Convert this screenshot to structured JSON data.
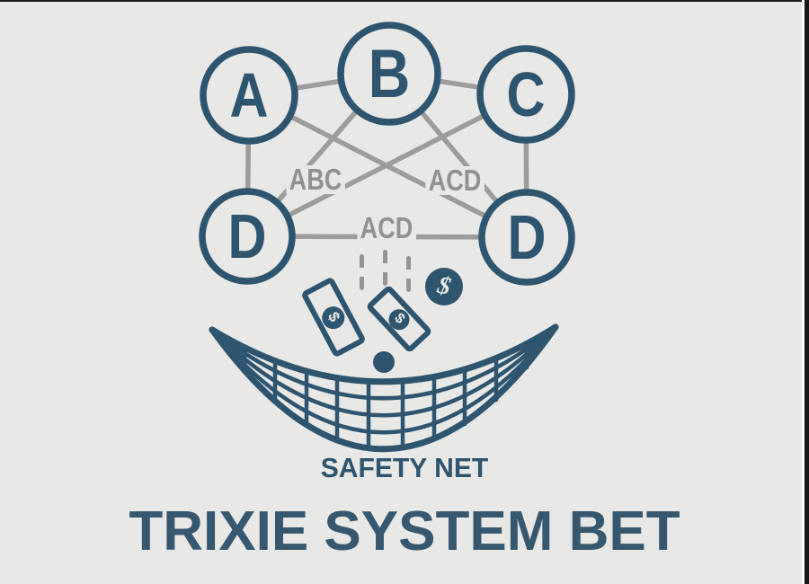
{
  "title": "TRIXIE SYSTEM BET",
  "subtitle": "SAFETY NET",
  "colors": {
    "background": "#e8e8e6",
    "accent_blue": "#2d5570",
    "title_blue": "#35576f",
    "line_gray": "#9c9c9c",
    "label_gray": "#8f9193"
  },
  "diagram": {
    "nodes": [
      {
        "id": "A",
        "label": "A"
      },
      {
        "id": "B",
        "label": "B"
      },
      {
        "id": "C",
        "label": "C"
      },
      {
        "id": "D1",
        "label": "D"
      },
      {
        "id": "D2",
        "label": "D"
      }
    ],
    "edges": [
      "A-B",
      "B-C",
      "A-D1",
      "C-D2",
      "B-D1",
      "B-D2",
      "A-D2",
      "C-D1",
      "D1-D2"
    ],
    "combo_labels": [
      {
        "id": "treble-left",
        "text": "ABC"
      },
      {
        "id": "treble-right",
        "text": "ACD"
      },
      {
        "id": "treble-bottom",
        "text": "ACD"
      }
    ]
  },
  "money": {
    "banknote_symbol": "$",
    "coin_symbol": "$"
  }
}
